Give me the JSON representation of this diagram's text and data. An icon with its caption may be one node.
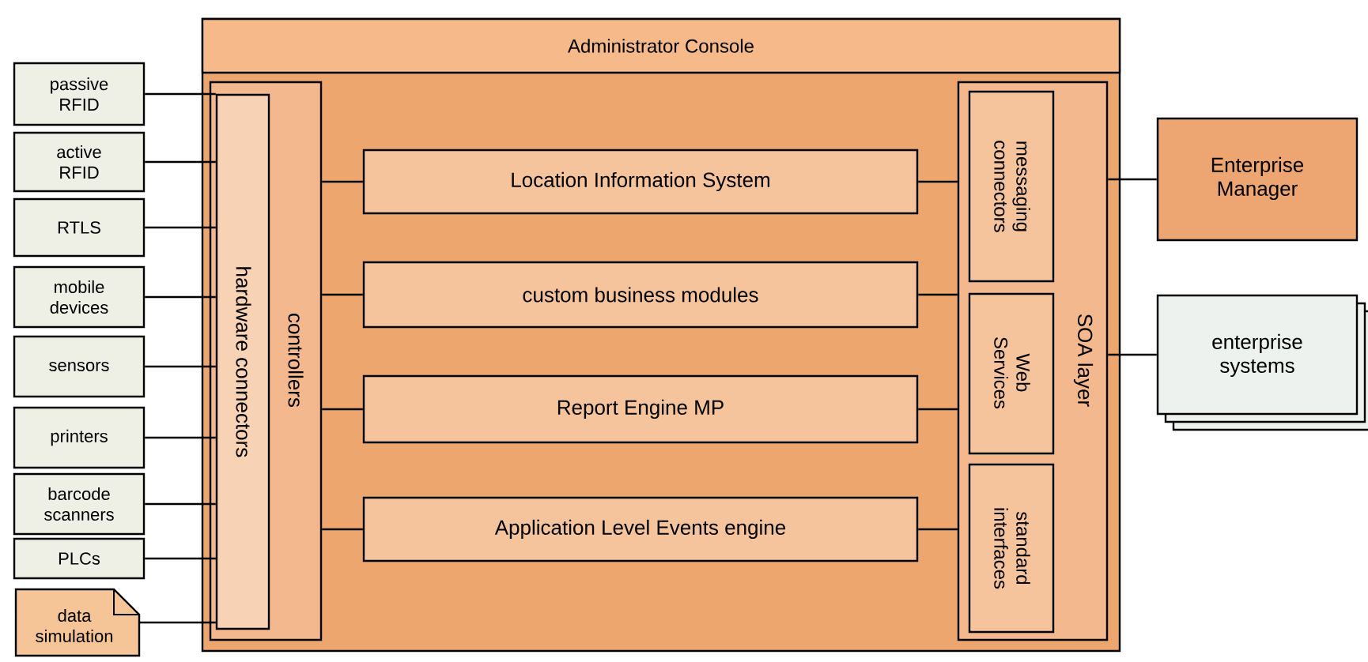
{
  "diagram": {
    "nodes": [
      {
        "text": [
          "passive RFID"
        ]
      },
      {
        "text": [
          "active RFID"
        ]
      },
      {
        "text": [
          "RTLS"
        ]
      },
      {
        "text": [
          "mobile devices"
        ]
      },
      {
        "text": [
          "sensors"
        ]
      },
      {
        "text": [
          "printers"
        ]
      },
      {
        "text": [
          "barcode scanners"
        ]
      },
      {
        "text": [
          "PLCs"
        ]
      },
      {
        "text": [
          "data simulation"
        ]
      },
      {
        "text": [
          "Administrator Console"
        ]
      },
      {
        "text": [
          "controllers"
        ],
        "in": 9
      },
      {
        "text": [
          "hardware connectors"
        ],
        "in": 10
      },
      {
        "text": [
          "Location Information System"
        ],
        "in": 9
      },
      {
        "text": [
          "custom business modules"
        ],
        "in": 9
      },
      {
        "text": [
          "Report Engine MP"
        ],
        "in": 9
      },
      {
        "text": [
          "Application Level Events engine"
        ],
        "in": 9
      },
      {
        "text": [
          "SOA layer"
        ],
        "in": 9
      },
      {
        "text": [
          "messaging connectors"
        ],
        "in": 16
      },
      {
        "text": [
          "Web Services"
        ],
        "in": 16
      },
      {
        "text": [
          "standard interfaces"
        ],
        "in": 16
      },
      {
        "text": [
          "Enterprise Manager"
        ]
      },
      {
        "text": [
          "enterprise systems"
        ]
      }
    ],
    "edges": [
      {
        "from": 0,
        "to": 11,
        "arrow": "none"
      },
      {
        "from": 1,
        "to": 11,
        "arrow": "none"
      },
      {
        "from": 2,
        "to": 11,
        "arrow": "none"
      },
      {
        "from": 3,
        "to": 11,
        "arrow": "none"
      },
      {
        "from": 4,
        "to": 11,
        "arrow": "none"
      },
      {
        "from": 5,
        "to": 11,
        "arrow": "none"
      },
      {
        "from": 6,
        "to": 11,
        "arrow": "none"
      },
      {
        "from": 7,
        "to": 11,
        "arrow": "none"
      },
      {
        "from": 8,
        "to": 11,
        "arrow": "none"
      },
      {
        "from": 10,
        "to": 12,
        "arrow": "none"
      },
      {
        "from": 10,
        "to": 13,
        "arrow": "none"
      },
      {
        "from": 10,
        "to": 14,
        "arrow": "none"
      },
      {
        "from": 10,
        "to": 15,
        "arrow": "none"
      },
      {
        "from": 12,
        "to": 16,
        "arrow": "none"
      },
      {
        "from": 13,
        "to": 16,
        "arrow": "none"
      },
      {
        "from": 14,
        "to": 16,
        "arrow": "none"
      },
      {
        "from": 15,
        "to": 16,
        "arrow": "none"
      },
      {
        "from": 16,
        "to": 20,
        "arrow": "none"
      },
      {
        "from": 16,
        "to": 21,
        "arrow": "none"
      }
    ]
  }
}
